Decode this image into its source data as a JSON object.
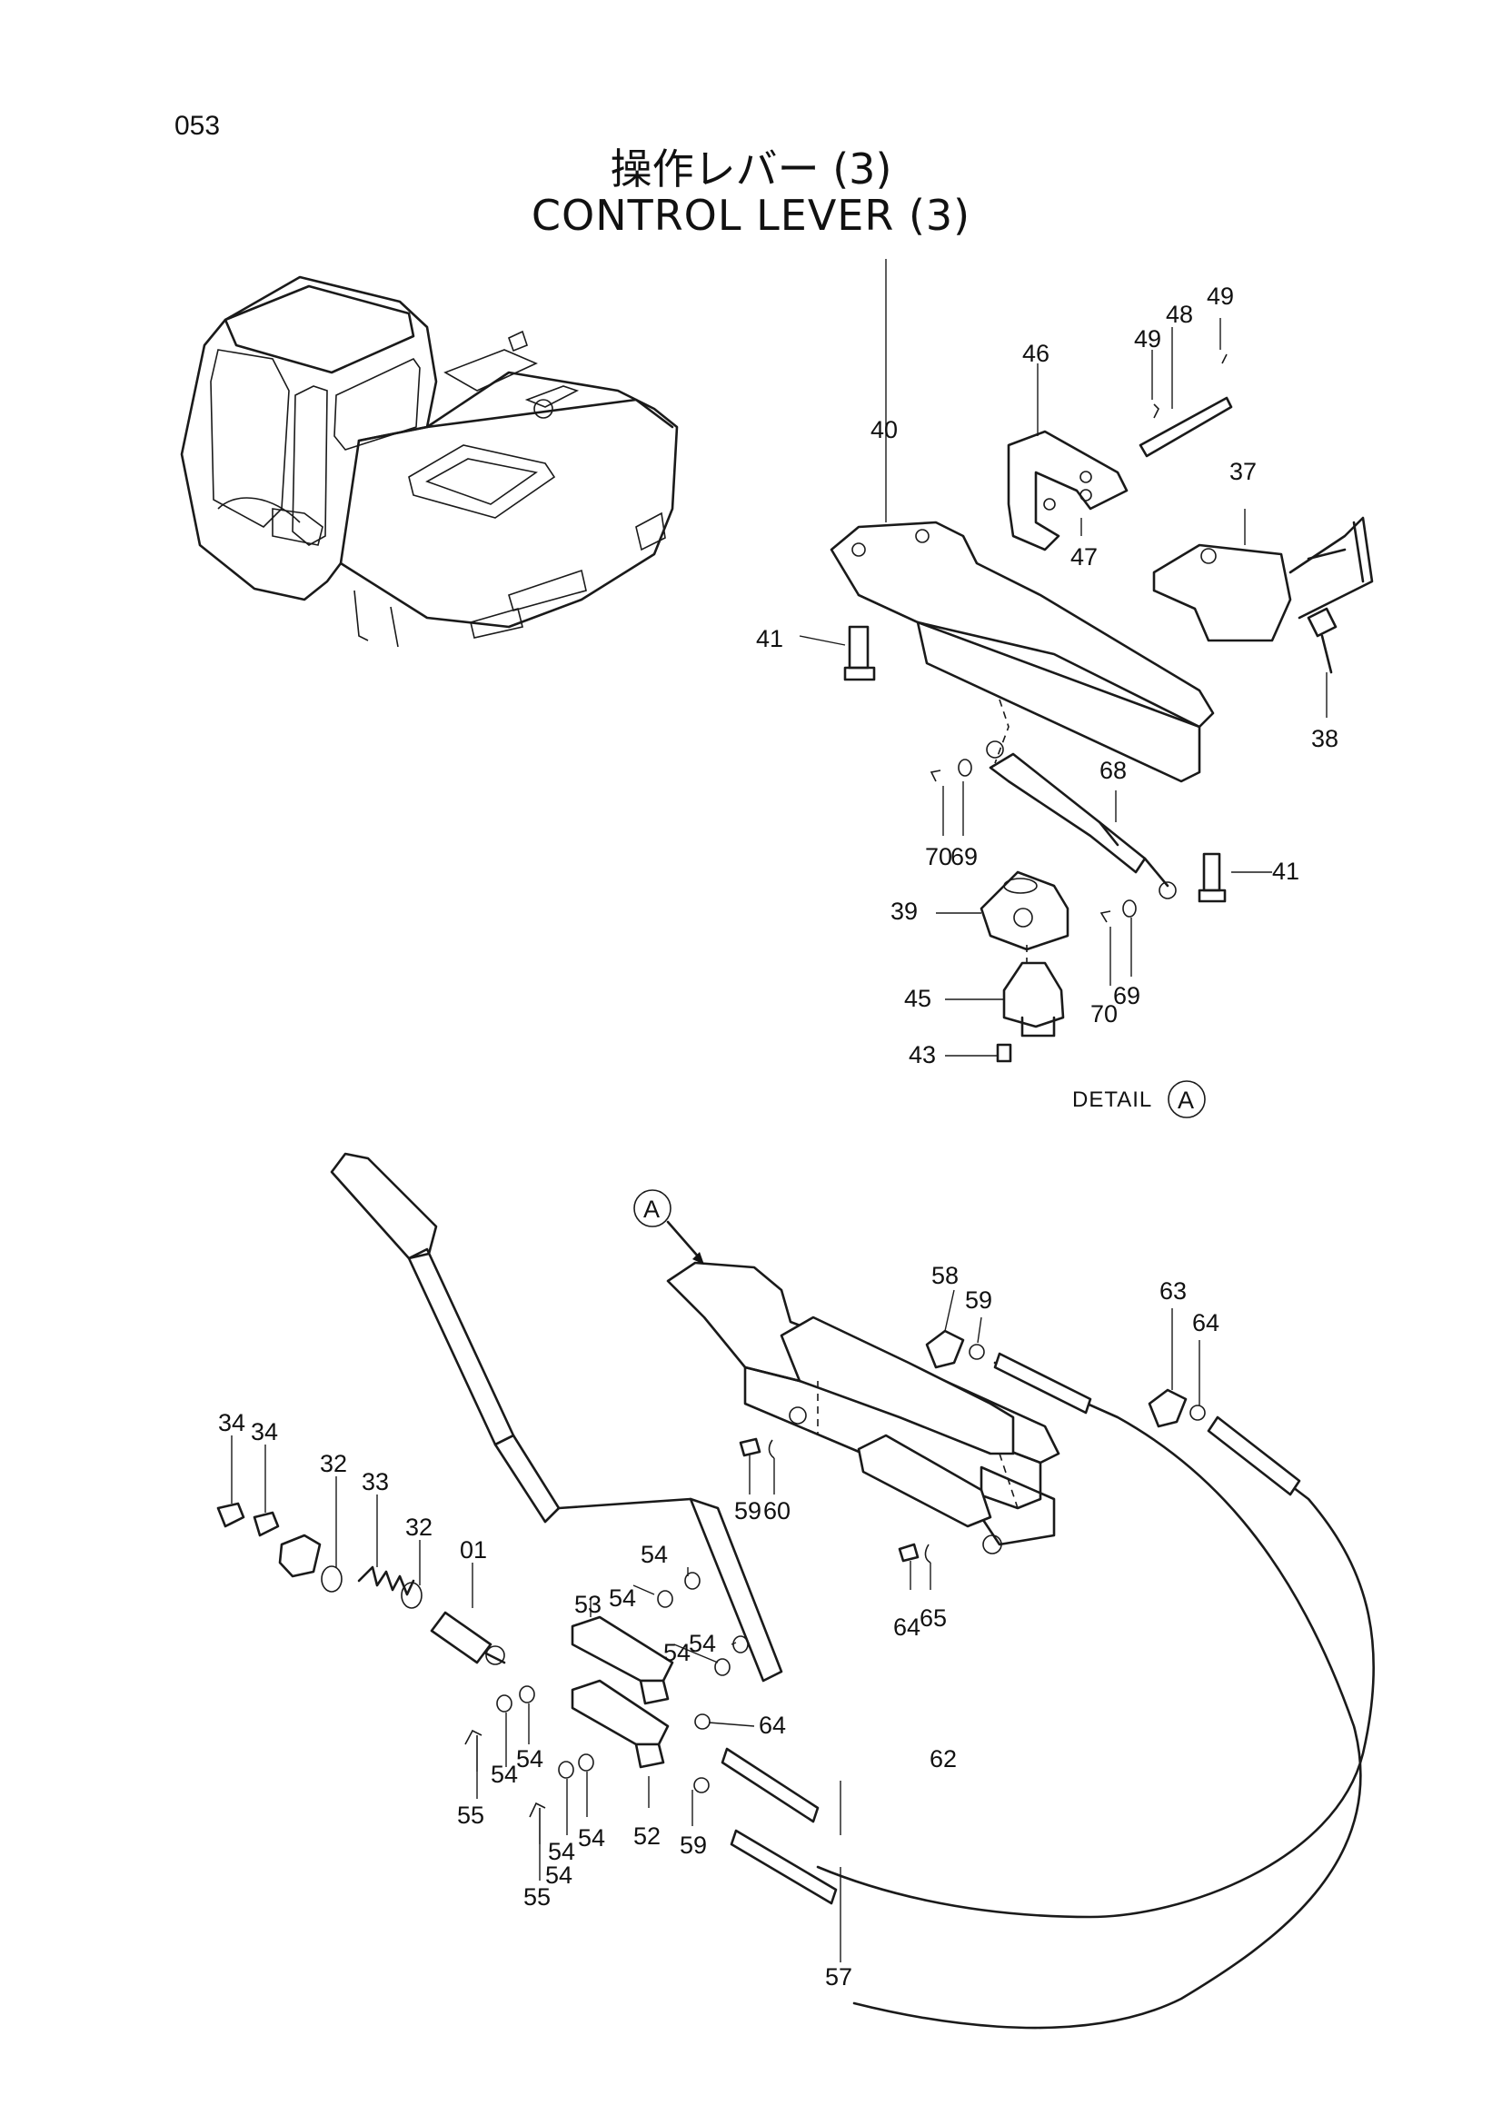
{
  "page": {
    "number": "053",
    "title_ja": "操作レバー (3)",
    "title_en": "CONTROL LEVER (3)"
  },
  "detail": {
    "caption": "DETAIL",
    "marker": "A"
  },
  "callouts": [
    "49",
    "48",
    "49",
    "46",
    "40",
    "37",
    "47",
    "41",
    "38",
    "68",
    "70",
    "69",
    "41",
    "39",
    "69",
    "45",
    "70",
    "43",
    "58",
    "59",
    "63",
    "64",
    "34",
    "34",
    "32",
    "33",
    "32",
    "01",
    "59",
    "60",
    "53",
    "54",
    "54",
    "54",
    "54",
    "64",
    "65",
    "64",
    "54",
    "54",
    "55",
    "54",
    "54",
    "55",
    "54",
    "52",
    "59",
    "62",
    "57"
  ]
}
